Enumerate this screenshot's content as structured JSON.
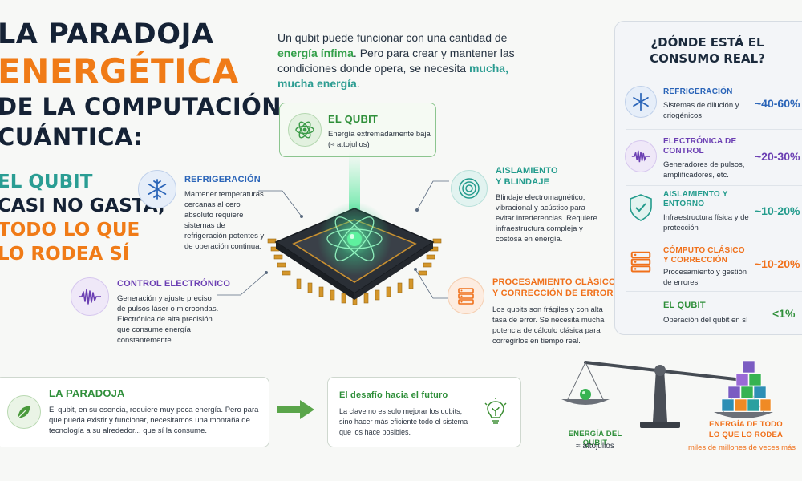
{
  "title": {
    "line1": "LA PARADOJA",
    "line2": "ENERGÉTICA",
    "line3": "DE LA COMPUTACIÓN",
    "line4": "CUÁNTICA:"
  },
  "subtitle": {
    "line1": "EL QUBIT",
    "line2": "CASI NO GASTA,",
    "line3": "TODO LO QUE",
    "line4": "LO RODEA SÍ"
  },
  "intro": {
    "p1": "Un qubit puede funcionar con una cantidad de",
    "p2": "energía ínfima",
    "p3": ". Pero para crear y mantener las condiciones donde opera, se necesita",
    "p4": "mucha, mucha energía",
    "p5": "."
  },
  "qubit_box": {
    "title": "EL QUBIT",
    "desc": "Energía extremadamente baja (≈ attojulios)"
  },
  "cards": {
    "refrigeracion": {
      "label": "REFRIGERACIÓN",
      "desc": "Mantener temperaturas cercanas al cero absoluto requiere sistemas de refrigeración potentes y de operación continua."
    },
    "control": {
      "label": "CONTROL ELECTRÓNICO",
      "desc": "Generación y ajuste preciso de pulsos láser o microondas. Electrónica de alta precisión que consume energía constantemente."
    },
    "aislamiento": {
      "label1": "AISLAMIENTO",
      "label2": "Y BLINDAJE",
      "desc": "Blindaje electromagnético, vibracional y acústico para evitar interferencias. Requiere infraestructura compleja y costosa en energía."
    },
    "procesamiento": {
      "label1": "PROCESAMIENTO CLÁSICO",
      "label2": "Y CORRECCIÓN DE ERRORES",
      "desc": "Los qubits son frágiles y con alta tasa de error. Se necesita mucha potencia de cálculo clásica para corregirlos en tiempo real."
    }
  },
  "right_panel": {
    "title1": "¿DÓNDE ESTÁ EL",
    "title2": "CONSUMO REAL?",
    "items": [
      {
        "label": "REFRIGERACIÓN",
        "label2": "",
        "desc": "Sistemas de dilución y criogénicos",
        "pct": "~40-60%",
        "color": "#2a64b8",
        "icon": "snowflake-icon"
      },
      {
        "label": "ELECTRÓNICA DE",
        "label2": "CONTROL",
        "desc": "Generadores de pulsos, amplificadores, etc.",
        "pct": "~20-30%",
        "color": "#6b3fb3",
        "icon": "waveform-icon"
      },
      {
        "label": "AISLAMIENTO Y",
        "label2": "ENTORNO",
        "desc": "Infraestructura física y de protección",
        "pct": "~10-20%",
        "color": "#229b8c",
        "icon": "shield-icon"
      },
      {
        "label": "CÓMPUTO CLÁSICO",
        "label2": "Y CORRECCIÓN",
        "desc": "Procesamiento y gestión de errores",
        "pct": "~10-20%",
        "color": "#f0701a",
        "icon": "server-icon"
      },
      {
        "label": "EL QUBIT",
        "label2": "",
        "desc": "Operación del qubit en sí",
        "pct": "<1%",
        "color": "#2f8f3a",
        "icon": ""
      }
    ]
  },
  "paradox": {
    "title": "LA PARADOJA",
    "desc": "El qubit, en su esencia, requiere muy poca energía. Pero para que pueda existir y funcionar, necesitamos una montaña de tecnología a su alrededor... que sí la consume."
  },
  "future": {
    "title": "El desafío hacia el futuro",
    "desc": "La clave no es solo mejorar los qubits, sino hacer más eficiente todo el sistema que los hace posibles."
  },
  "scale": {
    "left_label": "ENERGÍA DEL QUBIT",
    "left_value": "≈ attojulios",
    "right_label1": "ENERGÍA DE TODO",
    "right_label2": "LO QUE LO RODEA",
    "right_value": "miles de millones de veces más"
  }
}
